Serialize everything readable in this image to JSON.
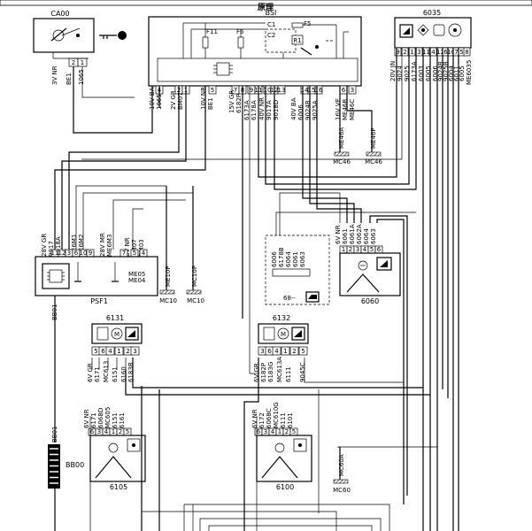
{
  "header": {
    "title": "原理",
    "top_band": ""
  },
  "components": {
    "ca00": {
      "id": "CA00",
      "pins": [
        "2",
        "1"
      ],
      "wire_labels": [
        "3V NR",
        "BE1",
        "1065"
      ]
    },
    "bsi": {
      "id": "BSI",
      "pins": [
        "4",
        "2",
        "1",
        "5",
        "7",
        "8",
        "9",
        "11",
        "10",
        "12",
        "13",
        "14",
        "15",
        "16",
        "6",
        "3"
      ],
      "fuses": [
        "F11",
        "F6",
        "F5"
      ],
      "relays": [
        "R1",
        "C1",
        "C2"
      ],
      "wire_labels": [
        "10V BA",
        "1065",
        "2V GR",
        "BM07",
        "10V NR",
        "BE1",
        "15V GR",
        "6182P",
        "6173A",
        "6178A",
        "40V NR",
        "9017A",
        "9018D",
        "40V BA",
        "6006",
        "9024B",
        "9025A",
        "16V VE",
        "ME46B",
        "ME46C"
      ]
    },
    "psf1": {
      "id": "PSF1",
      "pins": [
        "11",
        "12",
        "3",
        "6",
        "10",
        "9",
        "7",
        "5",
        "4"
      ],
      "wire_labels": [
        "28V GR",
        "9017",
        "9018A",
        "ME6M1",
        "ME6M2",
        "28V MR",
        "ME6M3",
        "8V NR",
        "BM07",
        "BM03",
        "ME05",
        "ME04"
      ]
    },
    "c6035": {
      "id": "6035",
      "pins": [
        "9",
        "2",
        "1",
        "3",
        "11",
        "4",
        "12",
        "6",
        "10",
        "7",
        "5",
        "8"
      ],
      "wire_labels": [
        "20V JN",
        "9024",
        "9025",
        "6173A",
        "6003",
        "6005",
        "6006",
        "9024B",
        "9025B",
        "6004",
        "6011",
        "6005",
        "ME6035"
      ]
    },
    "c6060": {
      "id": "6060",
      "pins": [
        "1",
        "2",
        "3",
        "4",
        "5",
        "6"
      ],
      "wire_labels": [
        "6V NR",
        "6061",
        "6061A",
        "6062A",
        "6064",
        "6063"
      ]
    },
    "c68": {
      "id": "68--",
      "wire_labels": [
        "6006",
        "6178B",
        "6064",
        "6061",
        "6063"
      ]
    },
    "c6131": {
      "id": "6131",
      "pins": [
        "5",
        "6",
        "4",
        "1",
        "2",
        "3"
      ],
      "wire_labels": [
        "6V GR",
        "6171",
        "MC613",
        "6151",
        "6160",
        "6183B"
      ]
    },
    "c6132": {
      "id": "6132",
      "pins": [
        "3",
        "6",
        "4",
        "1",
        "2",
        "5"
      ],
      "wire_labels": [
        "6V GR",
        "6182P",
        "6183G",
        "MC613A",
        "6111",
        "9045C"
      ]
    },
    "c6105": {
      "id": "6105",
      "pins": [
        "6",
        "3",
        "4",
        "1",
        "2",
        "5"
      ],
      "wire_labels": [
        "6V NR",
        "6171",
        "6068D",
        "MC605",
        "6151",
        "6161"
      ]
    },
    "c6100": {
      "id": "6100",
      "pins": [
        "6",
        "3",
        "4",
        "1",
        "2",
        "5"
      ],
      "wire_labels": [
        "6V NR",
        "6172",
        "6068C",
        "MC610G",
        "6111",
        "6101"
      ]
    },
    "bb00": {
      "id": "BB00",
      "wire_labels": [
        "BB01",
        "BB01"
      ]
    }
  },
  "grounds": [
    "MC46",
    "MC46",
    "MC10",
    "MC10",
    "MC60"
  ],
  "ground_labels": [
    "ME46A",
    "ME46P",
    "ME10P",
    "MC10P",
    "MC60A"
  ]
}
